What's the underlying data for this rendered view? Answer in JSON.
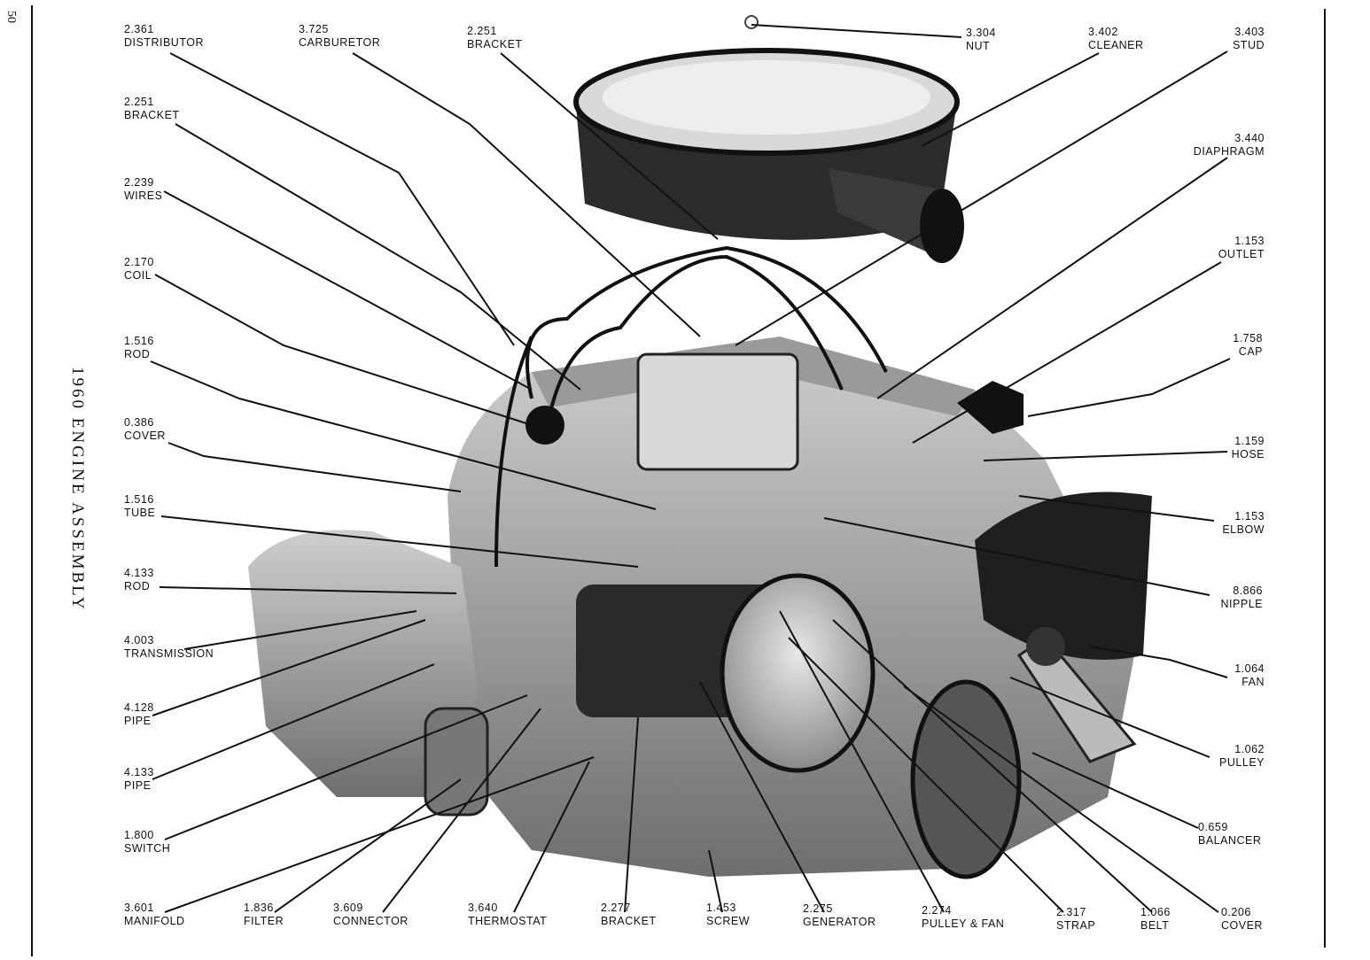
{
  "page_number": "50",
  "title": "1960 ENGINE ASSEMBLY",
  "callouts": [
    {
      "id": "distributor",
      "num": "2.361",
      "name": "DISTRIBUTOR"
    },
    {
      "id": "carburetor",
      "num": "3.725",
      "name": "CARBURETOR"
    },
    {
      "id": "bracket-top",
      "num": "2.251",
      "name": "BRACKET"
    },
    {
      "id": "nut",
      "num": "3.304",
      "name": "NUT"
    },
    {
      "id": "cleaner",
      "num": "3.402",
      "name": "CLEANER"
    },
    {
      "id": "stud",
      "num": "3.403",
      "name": "STUD"
    },
    {
      "id": "bracket-left",
      "num": "2.251",
      "name": "BRACKET"
    },
    {
      "id": "diaphragm",
      "num": "3.440",
      "name": "DIAPHRAGM"
    },
    {
      "id": "wires",
      "num": "2.239",
      "name": "WIRES"
    },
    {
      "id": "outlet",
      "num": "1.153",
      "name": "OUTLET"
    },
    {
      "id": "coil",
      "num": "2.170",
      "name": "COIL"
    },
    {
      "id": "rod-left",
      "num": "1.516",
      "name": "ROD"
    },
    {
      "id": "cap",
      "num": "1.758",
      "name": "CAP"
    },
    {
      "id": "cover-left",
      "num": "0.386",
      "name": "COVER"
    },
    {
      "id": "hose",
      "num": "1.159",
      "name": "HOSE"
    },
    {
      "id": "tube",
      "num": "1.516",
      "name": "TUBE"
    },
    {
      "id": "elbow",
      "num": "1.153",
      "name": "ELBOW"
    },
    {
      "id": "rod-trans",
      "num": "4.133",
      "name": "ROD"
    },
    {
      "id": "nipple",
      "num": "8.866",
      "name": "NIPPLE"
    },
    {
      "id": "transmission",
      "num": "4.003",
      "name": "TRANSMISSION"
    },
    {
      "id": "fan",
      "num": "1.064",
      "name": "FAN"
    },
    {
      "id": "pipe-1",
      "num": "4.128",
      "name": "PIPE"
    },
    {
      "id": "pulley",
      "num": "1.062",
      "name": "PULLEY"
    },
    {
      "id": "pipe-2",
      "num": "4.133",
      "name": "PIPE"
    },
    {
      "id": "balancer",
      "num": "0.659",
      "name": "BALANCER"
    },
    {
      "id": "switch",
      "num": "1.800",
      "name": "SWITCH"
    },
    {
      "id": "manifold",
      "num": "3.601",
      "name": "MANIFOLD"
    },
    {
      "id": "filter",
      "num": "1.836",
      "name": "FILTER"
    },
    {
      "id": "connector",
      "num": "3.609",
      "name": "CONNECTOR"
    },
    {
      "id": "thermostat",
      "num": "3.640",
      "name": "THERMOSTAT"
    },
    {
      "id": "bracket-bottom",
      "num": "2.277",
      "name": "BRACKET"
    },
    {
      "id": "screw",
      "num": "1.453",
      "name": "SCREW"
    },
    {
      "id": "generator",
      "num": "2.275",
      "name": "GENERATOR"
    },
    {
      "id": "pulley-fan",
      "num": "2.274",
      "name": "PULLEY & FAN"
    },
    {
      "id": "strap",
      "num": "2.317",
      "name": "STRAP"
    },
    {
      "id": "belt",
      "num": "1.066",
      "name": "BELT"
    },
    {
      "id": "cover-bottom",
      "num": "0.206",
      "name": "COVER"
    }
  ]
}
